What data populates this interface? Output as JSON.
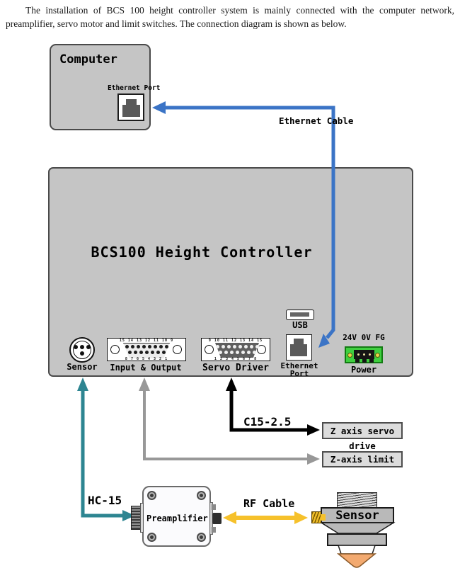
{
  "intro": {
    "line1": "The installation of BCS 100 height controller system is mainly connected with the computer network,",
    "line2": "preamplifier, servo motor and limit switches. The connection diagram is shown as below."
  },
  "computer": {
    "title": "Computer",
    "port_label": "Ethernet Port"
  },
  "controller": {
    "title": "BCS100 Height Controller",
    "ports": {
      "sensor_label": "Sensor",
      "io": {
        "label": "Input & Output",
        "pins_top": "15 14 13 12 11 10 9",
        "pins_bottom": "8 7 6 5 4 3 2 1"
      },
      "servo": {
        "label": "Servo Driver",
        "pins_top": "9 10 11 12 13 14 15",
        "pins_bottom": "1 2 3 4 5 6 7 8"
      },
      "usb_label": "USB",
      "ethernet_line1": "Ethernet",
      "ethernet_line2": "Port",
      "power_label": "Power",
      "power_voltage": "24V 0V FG"
    }
  },
  "cables": {
    "ethernet": "Ethernet Cable",
    "servo": "C15-2.5",
    "preamp": "HC-15",
    "rf": "RF Cable"
  },
  "devices": {
    "servo_drive": "Z axis servo drive",
    "z_limit": "Z-axis limit",
    "preamplifier": "Preamplifier",
    "sensor_head": "Sensor"
  },
  "colors": {
    "ethernet_cable_blue": "#3b74c6",
    "sensor_cable_teal": "#2d8591",
    "limit_cable_gray": "#989898",
    "servo_cable_black": "#000000",
    "rf_cable_yellow": "#f6c12b",
    "power_connector_green": "#3fcf3f",
    "nozzle_orange": "#f3aa70",
    "box_gray": "#c5c5c5"
  }
}
